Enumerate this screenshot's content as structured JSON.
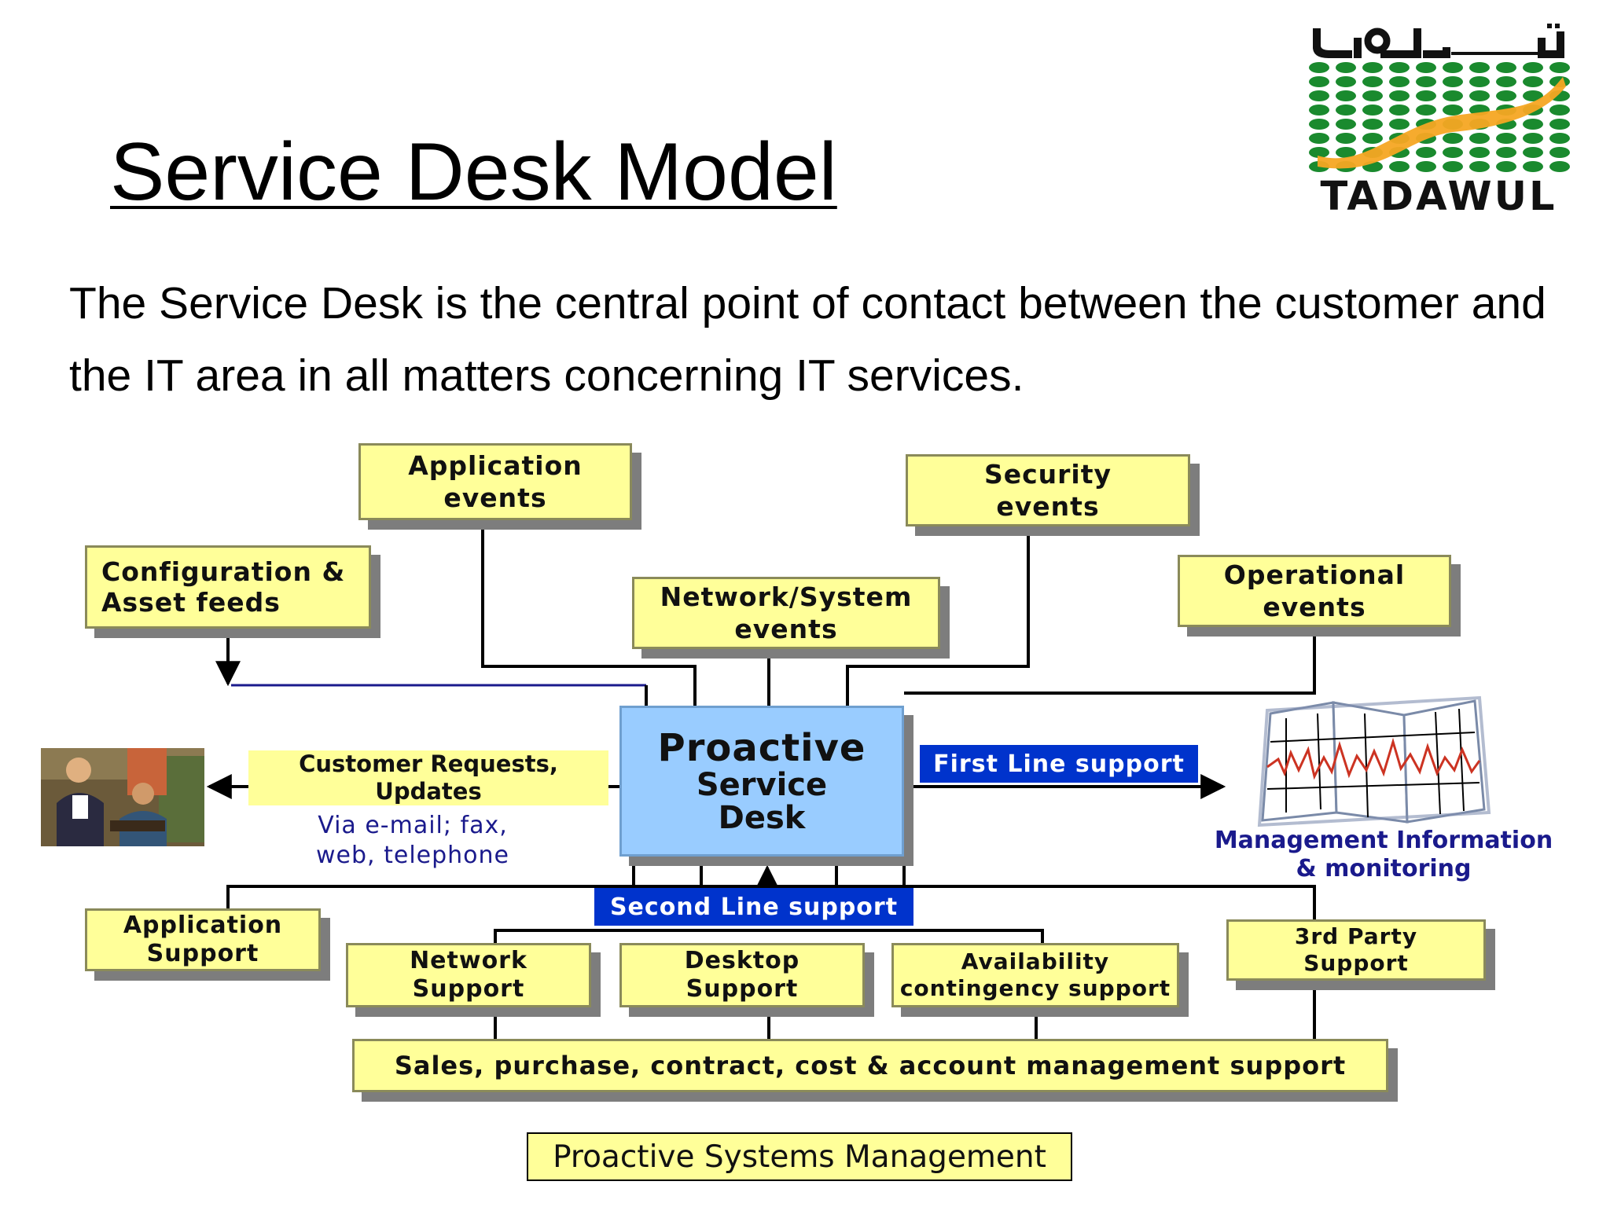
{
  "slide": {
    "title": "Service Desk Model",
    "intro": "The Service Desk is the central point of contact between the customer and the IT area in all matters concerning IT services."
  },
  "logo": {
    "arabic_text": "تـــــداول",
    "latin_text": "TADAWUL",
    "dot_color": "#1a8a2e",
    "swoosh_color": "#f5a623"
  },
  "diagram": {
    "event_sources": {
      "application_events": [
        "Application",
        "events"
      ],
      "security_events": [
        "Security",
        "events"
      ],
      "configuration_feeds": [
        "Configuration &",
        "Asset feeds"
      ],
      "network_system_events": [
        "Network/System",
        "events"
      ],
      "operational_events": [
        "Operational",
        "events"
      ]
    },
    "core": {
      "line1": "Proactive",
      "line2": "Service",
      "line3": "Desk"
    },
    "customer_requests": [
      "Customer Requests,",
      "Updates"
    ],
    "channels": [
      "Via e-mail; fax,",
      "web,  telephone"
    ],
    "first_line": "First Line support",
    "second_line": "Second Line support",
    "management": [
      "Management Information",
      "& monitoring"
    ],
    "support_groups": {
      "application_support": [
        "Application",
        "Support"
      ],
      "network_support": [
        "Network",
        "Support"
      ],
      "desktop_support": [
        "Desktop",
        "Support"
      ],
      "availability_support": [
        "Availability",
        "contingency support"
      ],
      "third_party_support": [
        "3rd Party",
        "Support"
      ]
    },
    "commercial_support": "Sales, purchase, contract, cost & account management support",
    "footer_label": "Proactive Systems Management",
    "colors": {
      "event_box": "#ffff99",
      "core_box": "#99ccff",
      "support_bar": "#0033cc",
      "link_text": "#1a1a8c"
    }
  }
}
